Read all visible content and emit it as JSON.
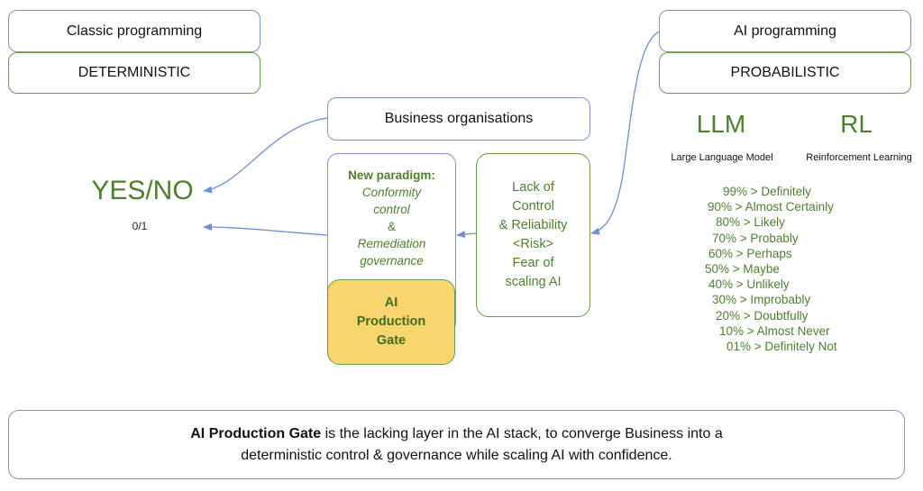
{
  "classic": {
    "title": "Classic programming",
    "sub": "DETERMINISTIC"
  },
  "ai": {
    "title": "AI programming",
    "sub": "PROBABILISTIC"
  },
  "business": {
    "label": "Business organisations"
  },
  "yesno": {
    "big": "YES/NO",
    "small": "0/1"
  },
  "paradigm": {
    "heading": "New paradigm:",
    "line1": "Conformity",
    "line2": "control",
    "amp": "&",
    "line3": "Remediation",
    "line4": "governance"
  },
  "gate": {
    "line1": "AI",
    "line2": "Production",
    "line3": "Gate"
  },
  "lack": {
    "line1": "Lack of",
    "line2": "Control",
    "line3": "& Reliability",
    "line4": "<Risk>",
    "line5": "Fear of",
    "line6": "scaling AI"
  },
  "llm": {
    "abbr": "LLM",
    "full": "Large Language Model"
  },
  "rl": {
    "abbr": "RL",
    "full": "Reinforcement Learning"
  },
  "probabilities": [
    "99% > Definitely",
    "90% > Almost Certainly",
    "80% > Likely",
    "70% > Probably",
    "60% > Perhaps",
    "50% > Maybe",
    "40% > Unlikely",
    "30% > Improbably",
    "20% > Doubtfully",
    "10% > Almost Never",
    "01% > Definitely Not"
  ],
  "footer": {
    "bold": "AI Production Gate",
    "rest1": " is the lacking layer in the AI stack, to converge Business into a",
    "line2": "deterministic control & governance while scaling AI with confidence."
  },
  "colors": {
    "blue_border": "#7b95d4",
    "green_border": "#6a9a4e",
    "green_text": "#4f7f2e",
    "gate_fill": "#f9d56e",
    "arrow": "#6f8fd6"
  }
}
